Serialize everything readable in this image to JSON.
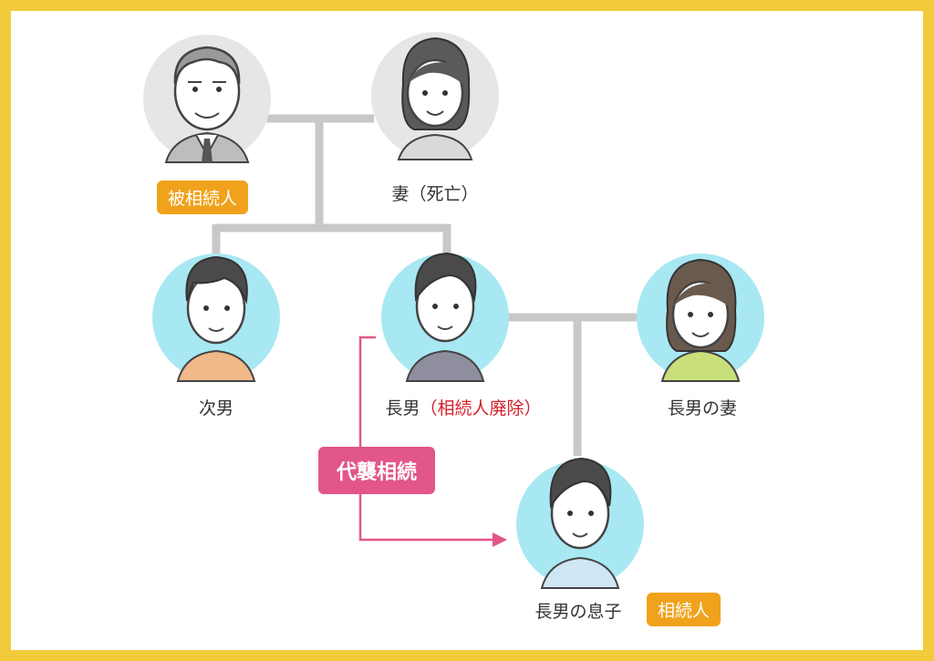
{
  "people": {
    "deceased": {
      "badge": "被相続人"
    },
    "wife": {
      "label": "妻（死亡）"
    },
    "second_son": {
      "label": "次男"
    },
    "eldest_son": {
      "label": "長男",
      "label_note": "（相続人廃除）"
    },
    "eldest_son_wife": {
      "label": "長男の妻"
    },
    "grandson": {
      "label": "長男の息子",
      "badge": "相続人"
    }
  },
  "succession": {
    "label": "代襲相続"
  },
  "colors": {
    "frame": "#f2cb3d",
    "line": "#c8c8c8",
    "orange_badge": "#f0a21c",
    "pink": "#e2568a",
    "red_text": "#d4202a",
    "grey_circle": "#e6e6e6",
    "blue_circle": "#a8e8f2"
  }
}
